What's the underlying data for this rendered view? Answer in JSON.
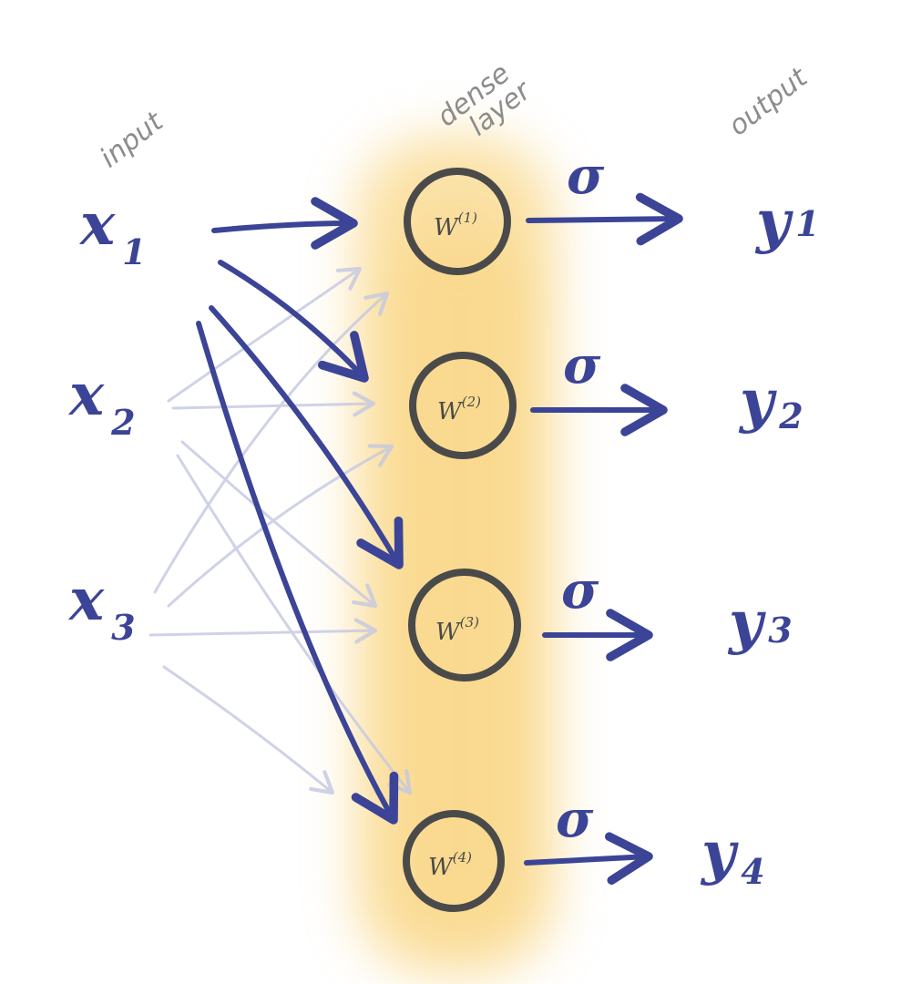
{
  "headers": {
    "input": "input",
    "dense_line1": "dense",
    "dense_line2": "layer",
    "output": "output"
  },
  "inputs": [
    {
      "base": "x",
      "sub": "1"
    },
    {
      "base": "x",
      "sub": "2"
    },
    {
      "base": "x",
      "sub": "3"
    }
  ],
  "neurons": [
    {
      "base": "W",
      "sup": "(1)"
    },
    {
      "base": "W",
      "sup": "(2)"
    },
    {
      "base": "W",
      "sup": "(3)"
    },
    {
      "base": "W",
      "sup": "(4)"
    }
  ],
  "activation": "σ",
  "outputs": [
    {
      "base": "y",
      "sub": "1"
    },
    {
      "base": "y",
      "sub": "2"
    },
    {
      "base": "y",
      "sub": "3"
    },
    {
      "base": "y",
      "sub": "4"
    }
  ],
  "colors": {
    "ink": "#3b4496",
    "faint_ink": "#aab0d6",
    "node_stroke": "#4a4a4a",
    "highlight": "#f7c85a"
  }
}
